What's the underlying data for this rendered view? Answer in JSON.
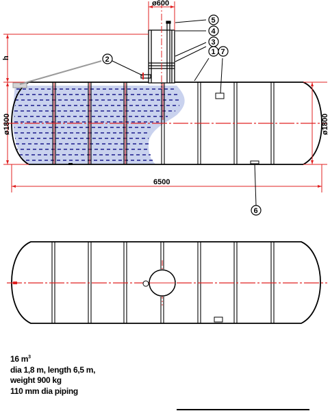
{
  "dimensions": {
    "pipe_diameter": "ø600",
    "height_label": "h",
    "diameter_left": "ø1800",
    "diameter_right": "ø1800",
    "length": "6500"
  },
  "callouts": [
    "1",
    "2",
    "3",
    "4",
    "5",
    "6",
    "7"
  ],
  "specs": {
    "volume_value": "16 m",
    "volume_sup": "3",
    "line2": "dia 1,8 m, length 6,5 m,",
    "line3": "weight 900 kg",
    "line4": "110 mm dia piping"
  },
  "colors": {
    "outline": "#000000",
    "dimension": "#e02020",
    "liquid_fill": "#c9d2ee",
    "liquid_dash": "#1a1a8c",
    "leader_gray": "#9a9a9a"
  }
}
